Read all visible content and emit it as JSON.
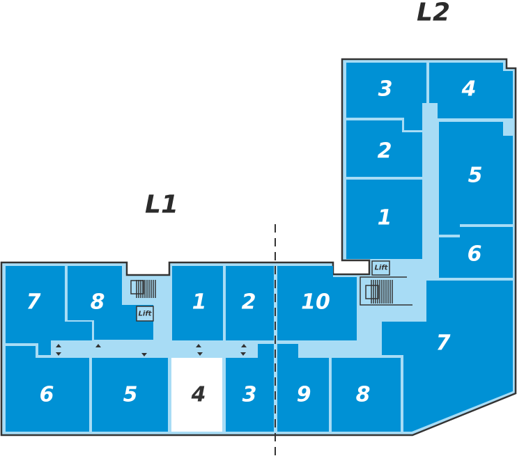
{
  "levels": {
    "l1": "L1",
    "l2": "L2"
  },
  "colors": {
    "tenancy": "#0091d5",
    "common": "#a8dcf5",
    "vacant": "#ffffff",
    "outline": "#333333"
  },
  "l1_units": [
    "7",
    "8",
    "1",
    "2",
    "6",
    "5",
    "4",
    "3"
  ],
  "l2_units": [
    "10",
    "9",
    "8",
    "7",
    "1",
    "2",
    "3",
    "4",
    "5",
    "6"
  ],
  "lift_label": "Lift"
}
